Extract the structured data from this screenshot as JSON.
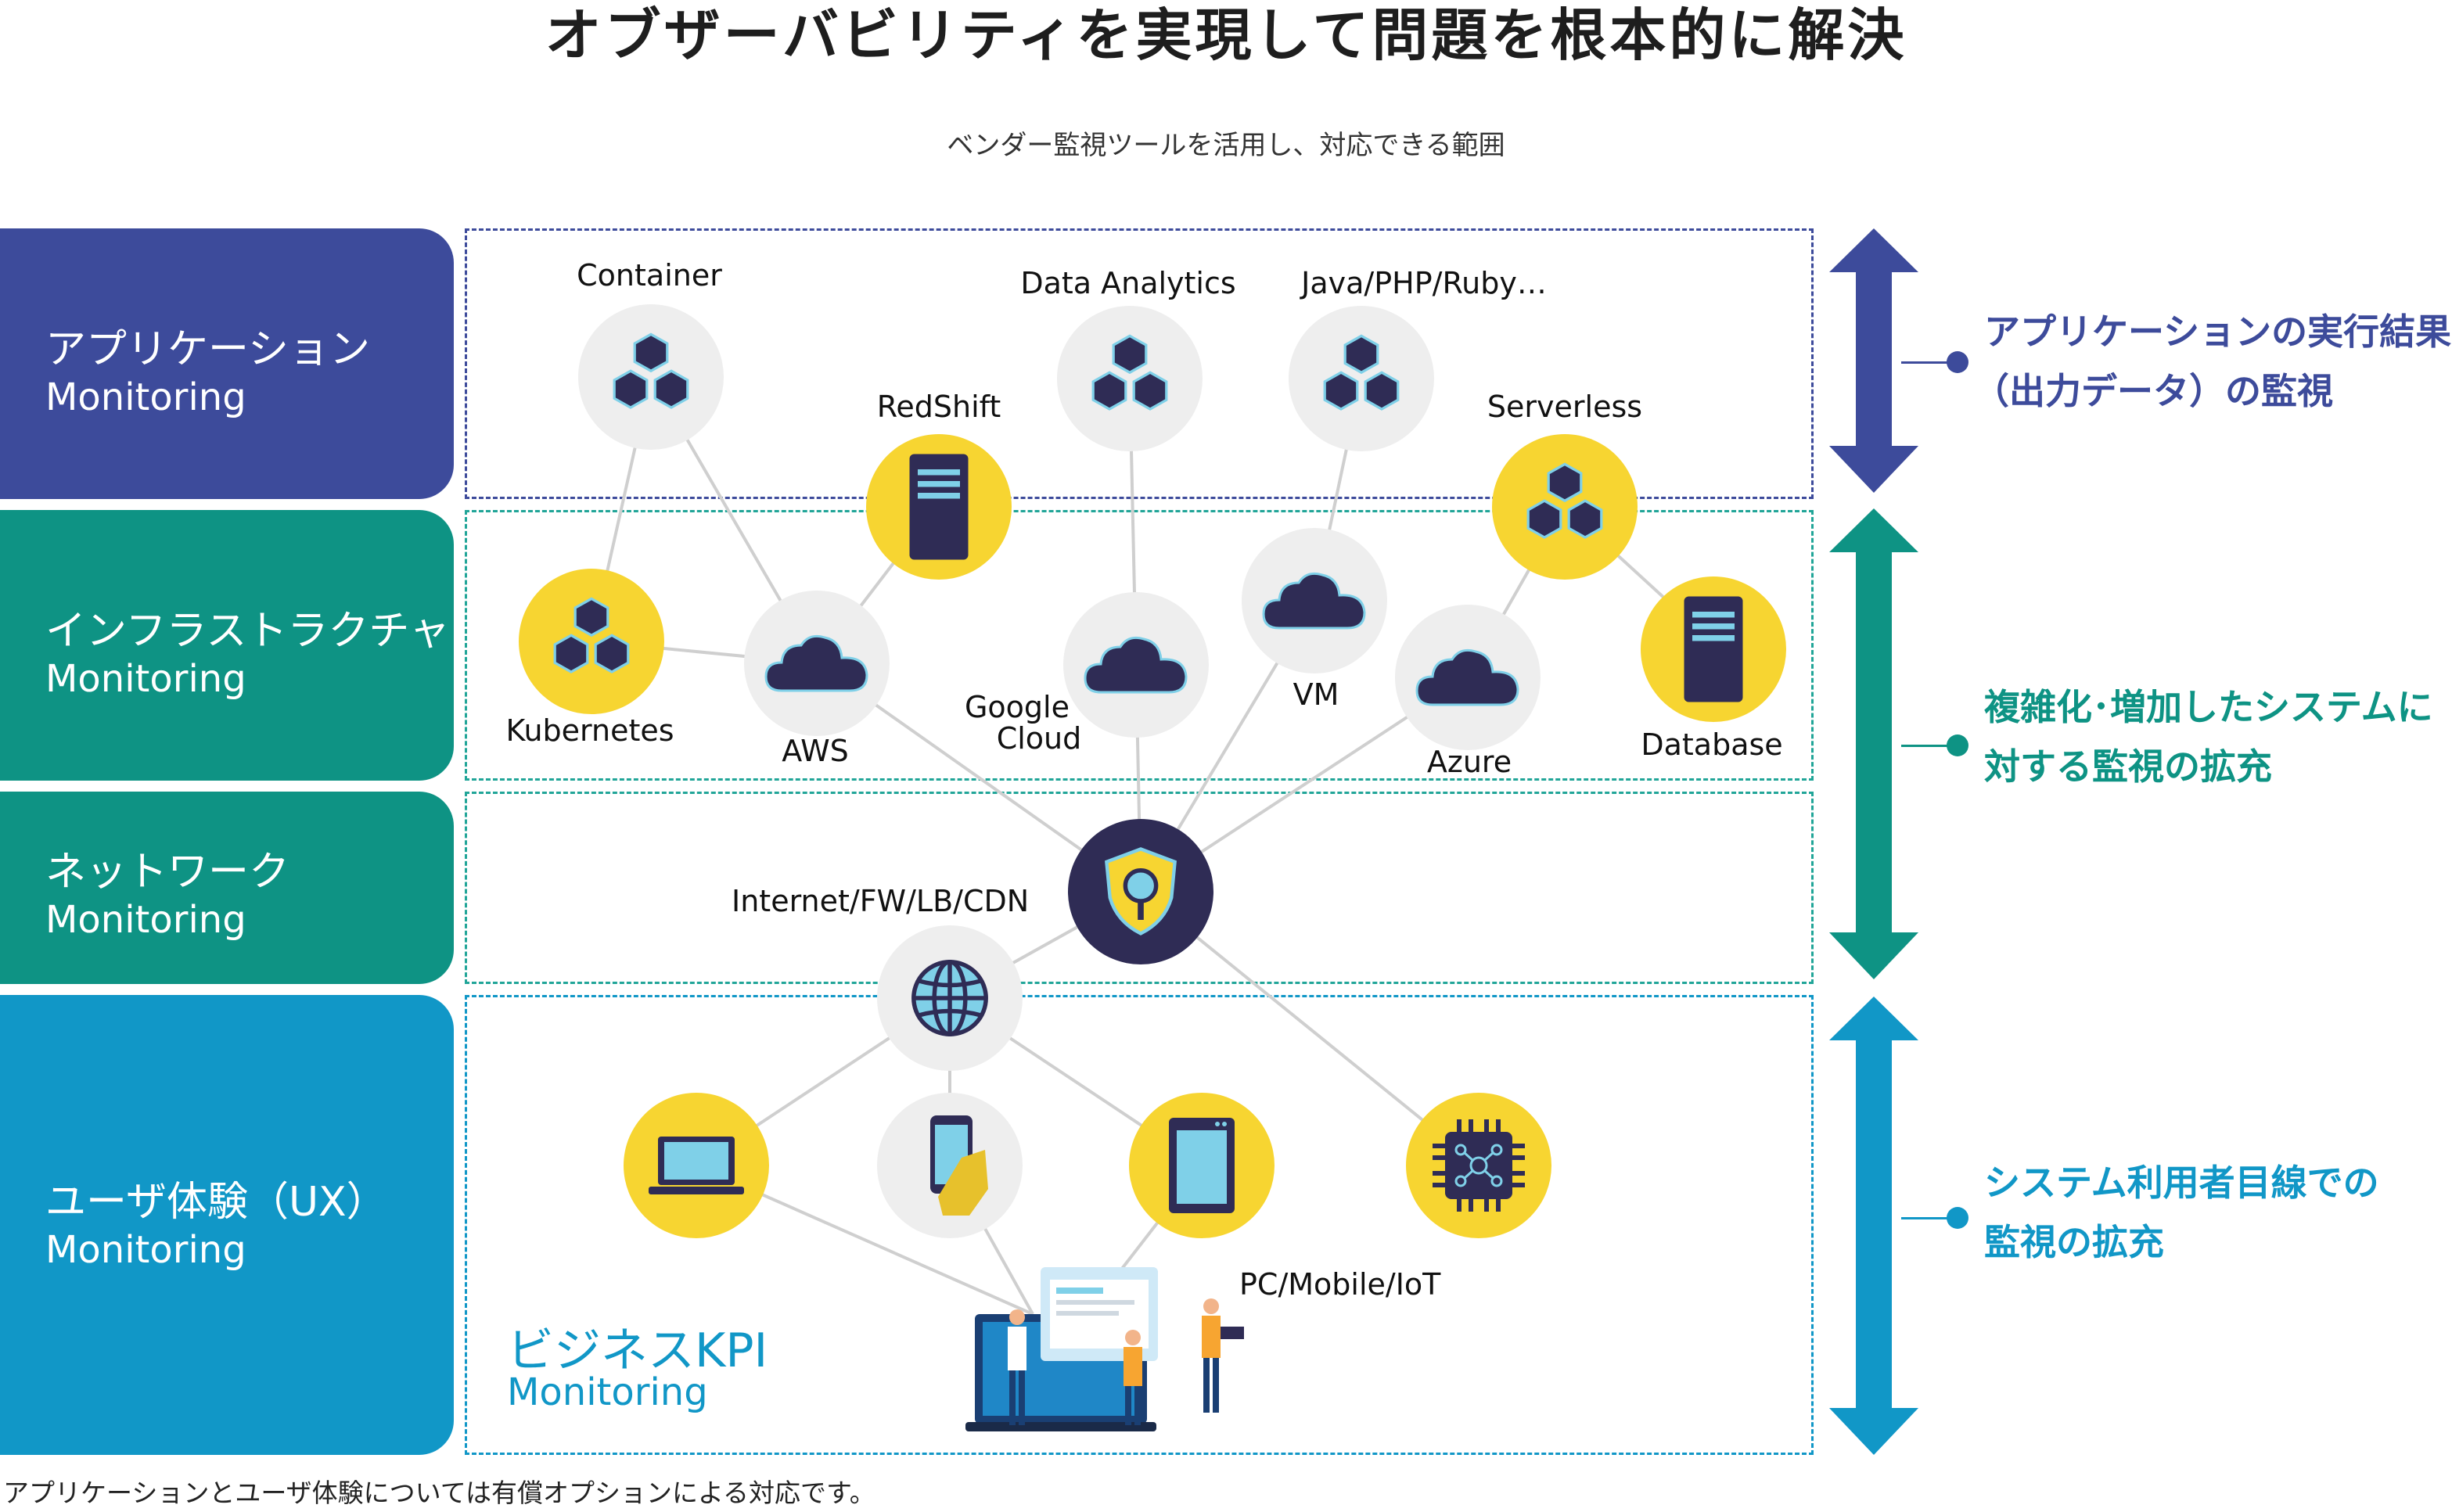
{
  "title": "オブザーバビリティを実現して問題を根本的に解決",
  "subtitle": "ベンダー監視ツールを活用し、対応できる範囲",
  "footnote": "アプリケーションとユーザ体験については有償オプションによる対応です。",
  "layers": [
    {
      "jp": "アプリケーション",
      "en": "Monitoring",
      "color": "#3d4b9b"
    },
    {
      "jp": "インフラストラクチャ",
      "en": "Monitoring",
      "color": "#0e9384"
    },
    {
      "jp": "ネットワーク",
      "en": "Monitoring",
      "color": "#0e9384"
    },
    {
      "jp": "ユーザ体験（UX）",
      "en": "Monitoring",
      "color": "#1197c7"
    }
  ],
  "nodes": {
    "container": "Container",
    "data_analytics": "Data Analytics",
    "java": "Java/PHP/Ruby…",
    "redshift": "RedShift",
    "serverless": "Serverless",
    "kubernetes": "Kubernetes",
    "aws": "AWS",
    "google_cloud_1": "Google",
    "google_cloud_2": "Cloud",
    "vm": "VM",
    "azure": "Azure",
    "database": "Database",
    "internet": "Internet/FW/LB/CDN",
    "pc_mobile_iot": "PC/Mobile/IoT"
  },
  "kpi": {
    "jp": "ビジネスKPI",
    "en": "Monitoring"
  },
  "right_labels": [
    {
      "line1": "アプリケーションの実行結果",
      "line2": "（出力データ）の監視",
      "color": "#3d4b9b"
    },
    {
      "line1": "複雑化･増加したシステムに",
      "line2": "対する監視の拡充",
      "color": "#0e9384"
    },
    {
      "line1": "システム利用者目線での",
      "line2": "監視の拡充",
      "color": "#1197c7"
    }
  ],
  "colors": {
    "app": "#3d4b9b",
    "infra": "#0e9384",
    "ux": "#1197c7",
    "yellow": "#f7d531",
    "navy": "#2f2c55",
    "grey": "#eeeeee"
  }
}
